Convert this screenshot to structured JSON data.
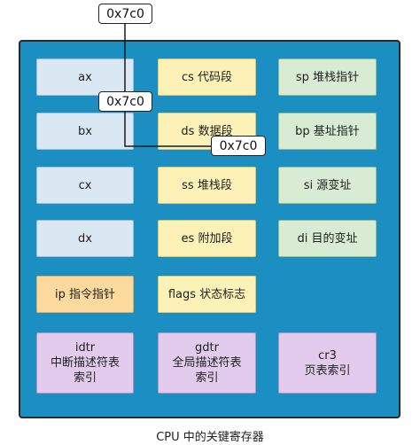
{
  "registers": {
    "ax": "ax",
    "cs": "cs 代码段",
    "sp": "sp 堆栈指针",
    "bx": "bx",
    "ds": "ds 数据段",
    "bp": "bp 基址指针",
    "cx": "cx",
    "ss": "ss 堆栈段",
    "si": "si 源变址",
    "dx": "dx",
    "es": "es 附加段",
    "di": "di 目的变址",
    "ip": "ip 指令指针",
    "flags": "flags 状态标志",
    "idtr": "idtr\n中断描述符表\n索引",
    "gdtr": "gdtr\n全局描述符表\n索引",
    "cr3": "cr3\n页表索引"
  },
  "addresses": {
    "top": "0x7c0",
    "middle": "0x7c0",
    "right": "0x7c0"
  },
  "caption": "CPU 中的关键寄存器",
  "colors": {
    "panel": "#1c8fc2",
    "general_purpose": "#dae8f4",
    "segment": "#fcf2b8",
    "pointer_index": "#d8ecd3",
    "control": "#fcd99c",
    "system": "#e2cbed"
  }
}
